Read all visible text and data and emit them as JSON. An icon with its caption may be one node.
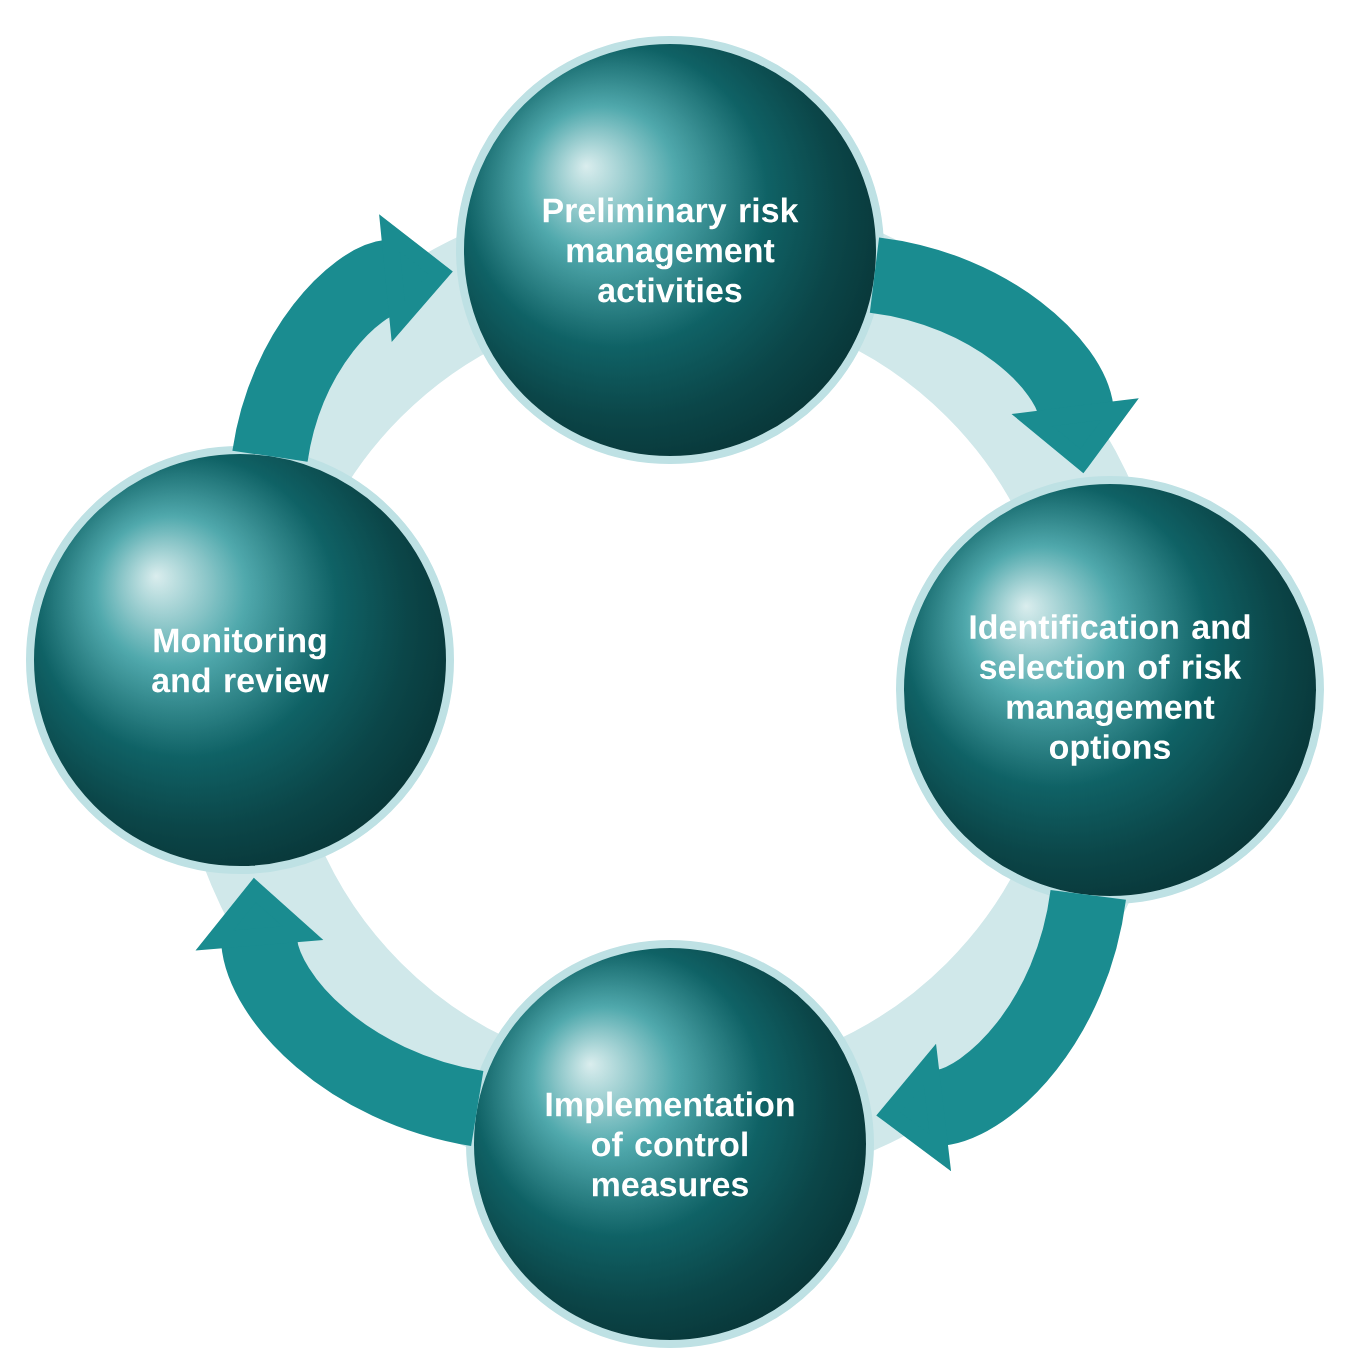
{
  "diagram": {
    "nodes": [
      {
        "text": [
          "Preliminary risk management activities"
        ]
      },
      {
        "text": [
          "Identification and selection of risk management options"
        ]
      },
      {
        "text": [
          "Implementation of control measures"
        ]
      },
      {
        "text": [
          "Monitoring and review"
        ]
      }
    ],
    "edges": [
      {
        "from": 0,
        "to": 1,
        "arrow": "to"
      },
      {
        "from": 1,
        "to": 2,
        "arrow": "to"
      },
      {
        "from": 2,
        "to": 3,
        "arrow": "to"
      },
      {
        "from": 3,
        "to": 0,
        "arrow": "to"
      }
    ]
  }
}
